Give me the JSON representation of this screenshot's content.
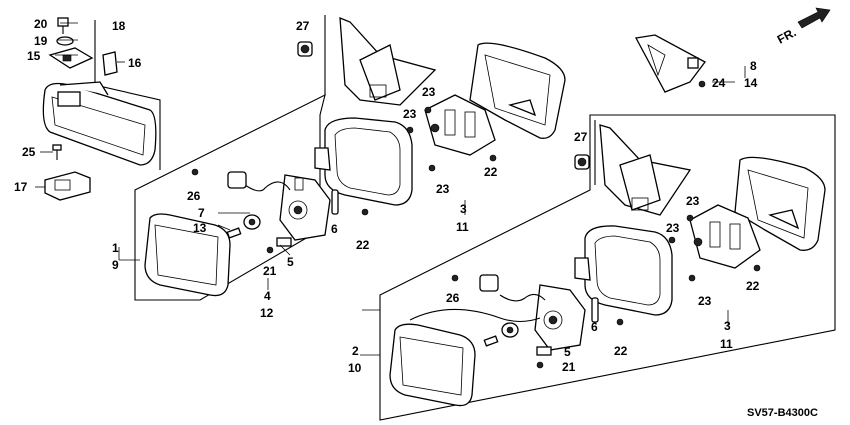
{
  "diagram_code": "SV57-B4300C",
  "direction_label": "FR.",
  "callouts": {
    "c20": "20",
    "c19": "19",
    "c15": "15",
    "c18": "18",
    "c16": "16",
    "c25": "25",
    "c17": "17",
    "c27a": "27",
    "c26a": "26",
    "c7a": "7",
    "c13a": "13",
    "c1": "1",
    "c9": "9",
    "c21a": "21",
    "c5a": "5",
    "c4": "4",
    "c12": "12",
    "c6a": "6",
    "c22a": "22",
    "c22b": "22",
    "c23a": "23",
    "c23b": "23",
    "c23c": "23",
    "c3a": "3",
    "c11a": "11",
    "c8": "8",
    "c24": "24",
    "c14": "14",
    "c27b": "27",
    "c23d": "23",
    "c23e": "23",
    "c23f": "23",
    "c22c": "22",
    "c3b": "3",
    "c11b": "11",
    "c26b": "26",
    "c6b": "6",
    "c22d": "22",
    "c2": "2",
    "c10": "10",
    "c5b": "5",
    "c21b": "21"
  }
}
